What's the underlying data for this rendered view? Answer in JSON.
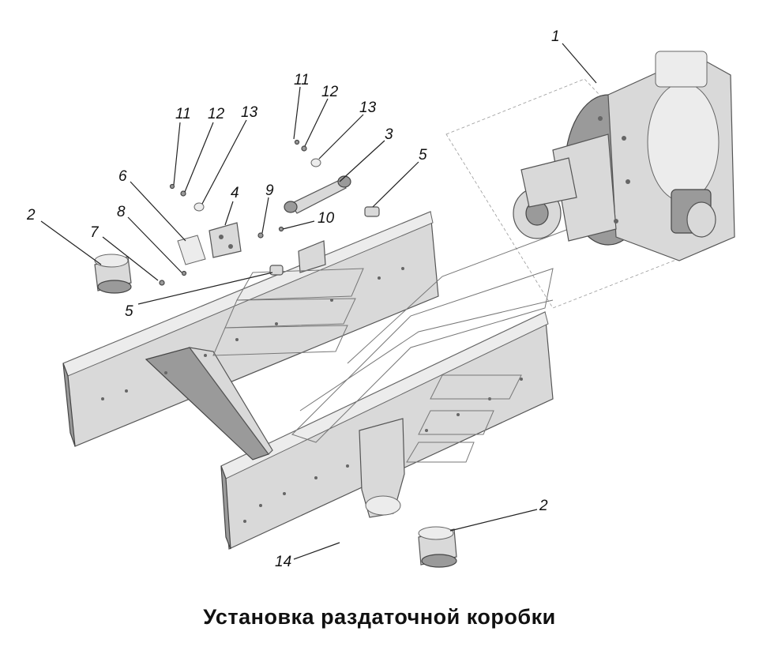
{
  "caption": "Установка раздаточной коробки",
  "callouts": {
    "c1": "1",
    "c2a": "2",
    "c2b": "2",
    "c3": "3",
    "c4": "4",
    "c5a": "5",
    "c5b": "5",
    "c6": "6",
    "c7": "7",
    "c8": "8",
    "c9": "9",
    "c10": "10",
    "c11a": "11",
    "c11b": "11",
    "c12a": "12",
    "c12b": "12",
    "c13a": "13",
    "c13b": "13",
    "c14": "14"
  }
}
